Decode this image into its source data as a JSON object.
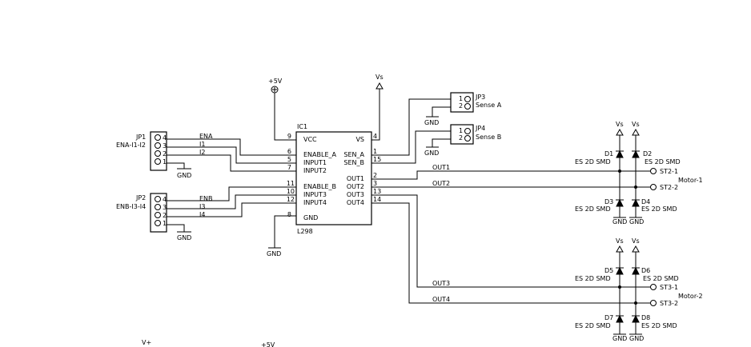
{
  "ic": {
    "ref": "IC1",
    "part": "L298",
    "pins_left": [
      {
        "num": "9",
        "name": "VCC"
      },
      {
        "num": "6",
        "name": "ENABLE_A"
      },
      {
        "num": "5",
        "name": "INPUT1"
      },
      {
        "num": "7",
        "name": "INPUT2"
      },
      {
        "num": "11",
        "name": "ENABLE_B"
      },
      {
        "num": "10",
        "name": "INPUT3"
      },
      {
        "num": "12",
        "name": "INPUT4"
      },
      {
        "num": "8",
        "name": "GND"
      }
    ],
    "pins_right": [
      {
        "num": "4",
        "name": "VS"
      },
      {
        "num": "1",
        "name": "SEN_A"
      },
      {
        "num": "15",
        "name": "SEN_B"
      },
      {
        "num": "2",
        "name": "OUT1"
      },
      {
        "num": "3",
        "name": "OUT2"
      },
      {
        "num": "13",
        "name": "OUT3"
      },
      {
        "num": "14",
        "name": "OUT4"
      }
    ]
  },
  "power": {
    "plus5v": "+5V",
    "vs": "Vs",
    "gnd": "GND",
    "vplus": "V+"
  },
  "jp1": {
    "ref": "JP1",
    "name": "ENA-I1-I2",
    "pins": [
      "4",
      "3",
      "2",
      "1"
    ]
  },
  "jp2": {
    "ref": "JP2",
    "name": "ENB-I3-I4",
    "pins": [
      "4",
      "3",
      "2",
      "1"
    ]
  },
  "jp3": {
    "ref": "JP3",
    "name": "Sense A",
    "pins": [
      "1",
      "2"
    ]
  },
  "jp4": {
    "ref": "JP4",
    "name": "Sense B",
    "pins": [
      "1",
      "2"
    ]
  },
  "nets": {
    "ena": "ENA",
    "i1": "I1",
    "i2": "I2",
    "enb": "ENB",
    "i3": "I3",
    "i4": "I4",
    "out1": "OUT1",
    "out2": "OUT2",
    "out3": "OUT3",
    "out4": "OUT4"
  },
  "diodes": [
    {
      "ref": "D1",
      "part": "ES 2D SMD"
    },
    {
      "ref": "D2",
      "part": "ES 2D SMD"
    },
    {
      "ref": "D3",
      "part": "ES 2D SMD"
    },
    {
      "ref": "D4",
      "part": "ES 2D SMD"
    },
    {
      "ref": "D5",
      "part": "ES 2D SMD"
    },
    {
      "ref": "D6",
      "part": "ES 2D SMD"
    },
    {
      "ref": "D7",
      "part": "ES 2D SMD"
    },
    {
      "ref": "D8",
      "part": "ES 2D SMD"
    }
  ],
  "terminals": {
    "st2_1": "ST2-1",
    "st2_2": "ST2-2",
    "st3_1": "ST3-1",
    "st3_2": "ST3-2",
    "motor1": "Motor-1",
    "motor2": "Motor-2"
  }
}
